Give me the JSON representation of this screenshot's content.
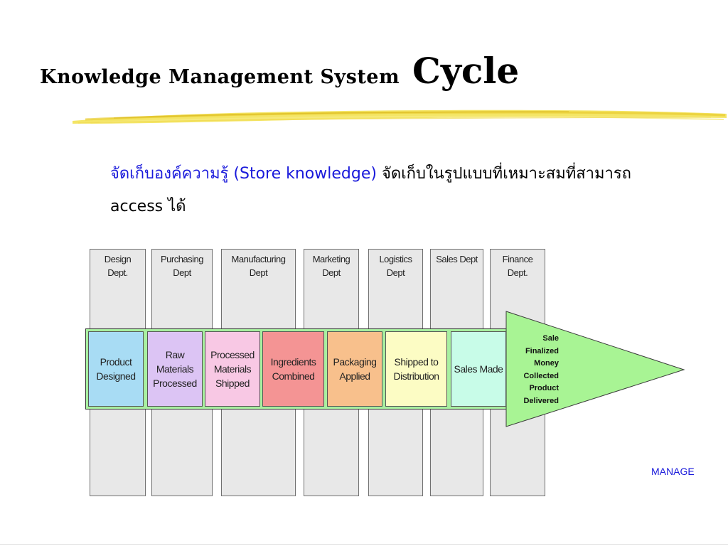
{
  "slide": {
    "title_small": "Knowledge Management System",
    "title_big": "Cycle",
    "body_highlight": "จัดเก็บองค์ความรู้ (Store knowledge)",
    "body_rest": " จัดเก็บในรูปแบบที่เหมาะสมที่สามารถ access ได้",
    "footer_note": "MANAGE"
  },
  "colors": {
    "highlight_text": "#1a1adb",
    "band": "#a8f0a0",
    "column": "#e8e8e8",
    "brush_yellow": "#f2e04a"
  },
  "diagram": {
    "departments": [
      {
        "label": "Design\nDept."
      },
      {
        "label": "Purchasing\nDept"
      },
      {
        "label": "Manufacturing\nDept"
      },
      {
        "label": "Marketing\nDept"
      },
      {
        "label": "Logistics\nDept"
      },
      {
        "label": "Sales Dept"
      },
      {
        "label": "Finance\nDept."
      }
    ],
    "steps": [
      {
        "label": "Product\nDesigned",
        "color": "#a8dcf4"
      },
      {
        "label": "Raw\nMaterials\nProcessed",
        "color": "#dcc4f4"
      },
      {
        "label": "Processed\nMaterials\nShipped",
        "color": "#f8c8e4"
      },
      {
        "label": "Ingredients\nCombined",
        "color": "#f49494"
      },
      {
        "label": "Packaging\nApplied",
        "color": "#f8c08c"
      },
      {
        "label": "Shipped to\nDistribution",
        "color": "#fcfcc4"
      },
      {
        "label": "Sales Made",
        "color": "#c8fce8"
      }
    ],
    "final_step": {
      "label": "Sale\nFinalized\nMoney\nCollected\nProduct\nDelivered",
      "color": "#a8f494"
    }
  }
}
